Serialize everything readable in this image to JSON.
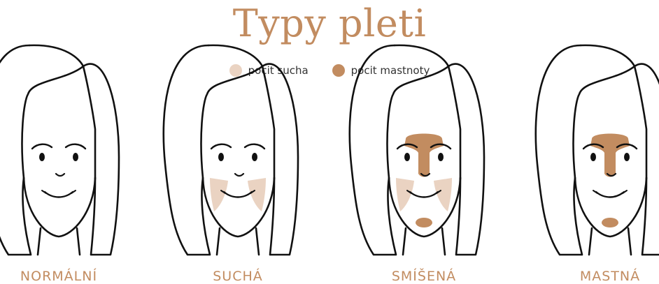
{
  "title": "Typy pleti",
  "legend": [
    {
      "label": "pocit sucha",
      "color": "#ead3c2"
    },
    {
      "label": "pocit mastnoty",
      "color": "#c28c60"
    }
  ],
  "skin_types": [
    {
      "label": "NORMÁLNÍ"
    },
    {
      "label": "SUCHÁ"
    },
    {
      "label": "SMÍŠENÁ"
    },
    {
      "label": "MASTNÁ"
    }
  ],
  "colors": {
    "accent": "#c28c60",
    "dry": "#ead3c2",
    "line": "#111111"
  }
}
